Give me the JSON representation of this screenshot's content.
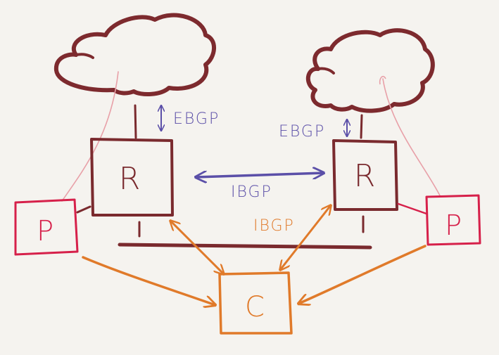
{
  "colors": {
    "background": "#f5f3ef",
    "router": "#7a2a2e",
    "cloud": "#7d2a2e",
    "peer": "#d6204a",
    "controller": "#e07a2a",
    "ibgp_blue": "#5b4fa8",
    "uplink_pink": "#e8a0a8"
  },
  "nodes": {
    "router_left": "R",
    "router_right": "R",
    "peer_left": "P",
    "peer_right": "P",
    "controller": "C"
  },
  "labels": {
    "ebgp_left": "EBGP",
    "ebgp_right": "EBGP",
    "ibgp_routers": "IBGP",
    "ibgp_controller": "IBGP"
  }
}
